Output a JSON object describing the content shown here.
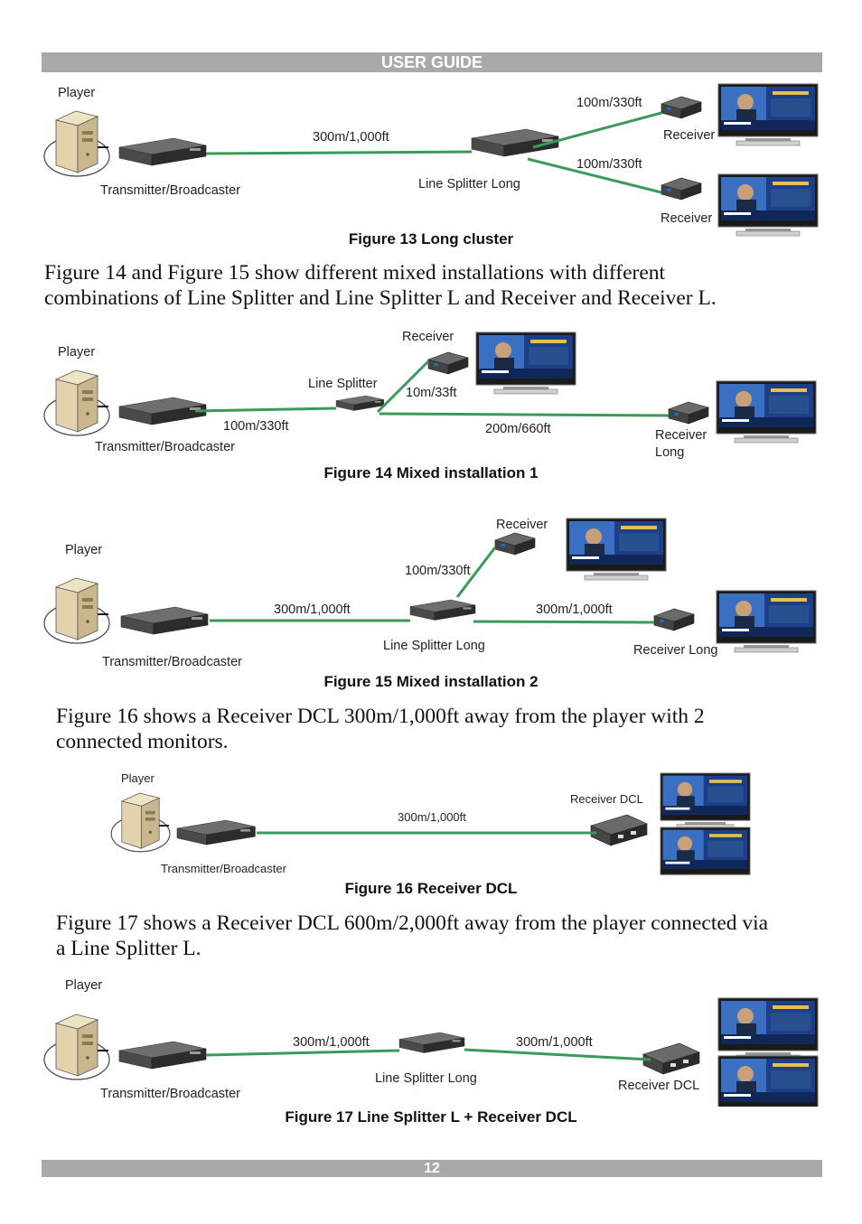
{
  "header": {
    "title": "USER GUIDE"
  },
  "footer": {
    "page_number": "12"
  },
  "paragraphs": {
    "p1_line1": "Figure 14 and Figure 15 show different mixed installations with different",
    "p1_line2": "combinations of Line Splitter and Line Splitter L and Receiver and Receiver L.",
    "p2_line1": "Figure 16 shows a Receiver DCL 300m/1,000ft away from the player with 2",
    "p2_line2": "connected monitors.",
    "p3_line1": "Figure 17 shows a Receiver DCL 600m/2,000ft away from the player connected via",
    "p3_line2": "a Line Splitter L."
  },
  "figures": {
    "fig13": {
      "caption": "Figure 13 Long cluster",
      "player": "Player",
      "transmitter": "Transmitter/Broadcaster",
      "dist_main": "300m/1,000ft",
      "splitter": "Line Splitter Long",
      "dist_top": "100m/330ft",
      "dist_bottom": "100m/330ft",
      "receiver_top": "Receiver",
      "receiver_bottom": "Receiver"
    },
    "fig14": {
      "caption": "Figure 14 Mixed installation 1",
      "player": "Player",
      "transmitter": "Transmitter/Broadcaster",
      "dist_main": "100m/330ft",
      "splitter": "Line Splitter",
      "receiver_top": "Receiver",
      "dist_top": "10m/33ft",
      "dist_right": "200m/660ft",
      "receiver_long_1": "Receiver",
      "receiver_long_2": "Long"
    },
    "fig15": {
      "caption": "Figure 15 Mixed installation 2",
      "player": "Player",
      "transmitter": "Transmitter/Broadcaster",
      "dist_main": "300m/1,000ft",
      "splitter": "Line Splitter Long",
      "receiver_top": "Receiver",
      "dist_top": "100m/330ft",
      "dist_right": "300m/1,000ft",
      "receiver_long": "Receiver Long"
    },
    "fig16": {
      "caption": "Figure 16 Receiver DCL",
      "player": "Player",
      "transmitter": "Transmitter/Broadcaster",
      "dist_main": "300m/1,000ft",
      "receiver_dcl": "Receiver DCL"
    },
    "fig17": {
      "caption": "Figure 17 Line Splitter L + Receiver DCL",
      "player": "Player",
      "transmitter": "Transmitter/Broadcaster",
      "dist_left": "300m/1,000ft",
      "splitter": "Line Splitter Long",
      "dist_right": "300m/1,000ft",
      "receiver_dcl": "Receiver DCL"
    }
  },
  "colors": {
    "cable": "#3a9a5a",
    "bar": "#a9a9a9",
    "device": "#3c3c3c"
  }
}
